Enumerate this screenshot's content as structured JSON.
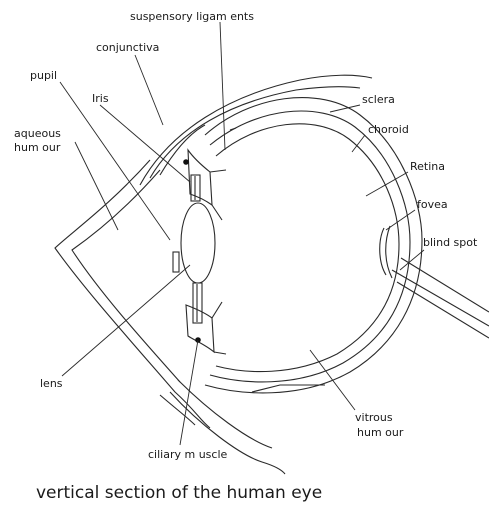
{
  "labels": {
    "suspensory_ligaments": "suspensory ligam ents",
    "conjunctiva": "conjunctiva",
    "pupil": "pupil",
    "iris": "Iris",
    "aqueous_line1": "aqueous",
    "aqueous_line2": "hum our",
    "sclera": "sclera",
    "choroid": "choroid",
    "retina": "Retina",
    "fovea": "fovea",
    "blind_spot": "blind spot",
    "lens": "lens",
    "vitrous_line1": "vitrous",
    "vitrous_line2": "hum our",
    "ciliary_muscle": "ciliary m uscle"
  },
  "caption": "vertical section of the human eye"
}
